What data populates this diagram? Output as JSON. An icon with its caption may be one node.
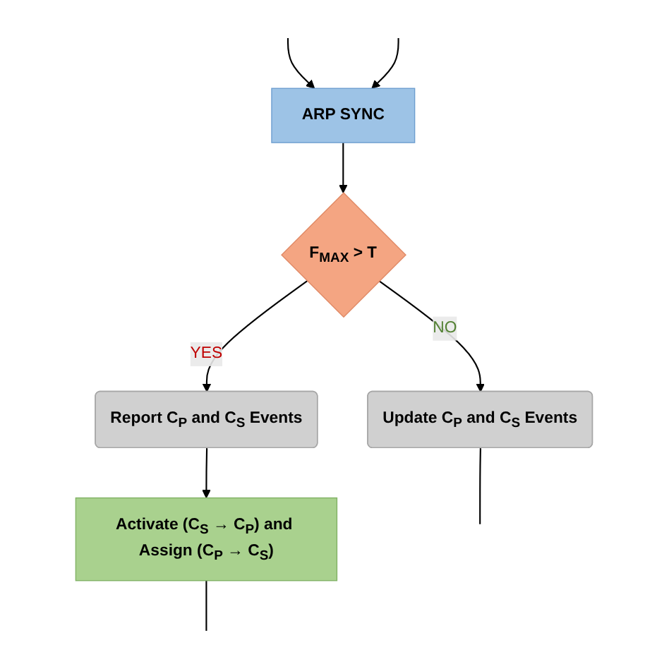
{
  "diagram": {
    "nodes": [
      {
        "text": [
          "Update C$_{P}$ and C$_{S}$ Events"
        ]
      },
      {
        "text": [
          "ARP SYNC"
        ]
      },
      {
        "text": [
          "F$_{MAX}$ > T"
        ]
      },
      {
        "text": [
          "Report C$_{P}$ and C$_{S}$ Events"
        ]
      },
      {
        "text": [
          "Activate (C$_{S}$ → C$_{P}$) and Assign (C$_{P}$ → C$_{S}$)"
        ]
      }
    ],
    "edges": [
      {
        "from": 0,
        "to": null,
        "arrow": "none"
      },
      {
        "from": null,
        "to": 1,
        "arrow": "to"
      },
      {
        "from": null,
        "to": 1,
        "arrow": "to"
      },
      {
        "from": 1,
        "to": 2,
        "arrow": "to"
      },
      {
        "from": 2,
        "to": 0,
        "arrow": "to",
        "label": "NO"
      },
      {
        "from": 2,
        "to": 3,
        "arrow": "to",
        "label": "YES"
      },
      {
        "from": 3,
        "to": 4,
        "arrow": "to"
      },
      {
        "from": 4,
        "to": null,
        "arrow": "none"
      }
    ]
  }
}
